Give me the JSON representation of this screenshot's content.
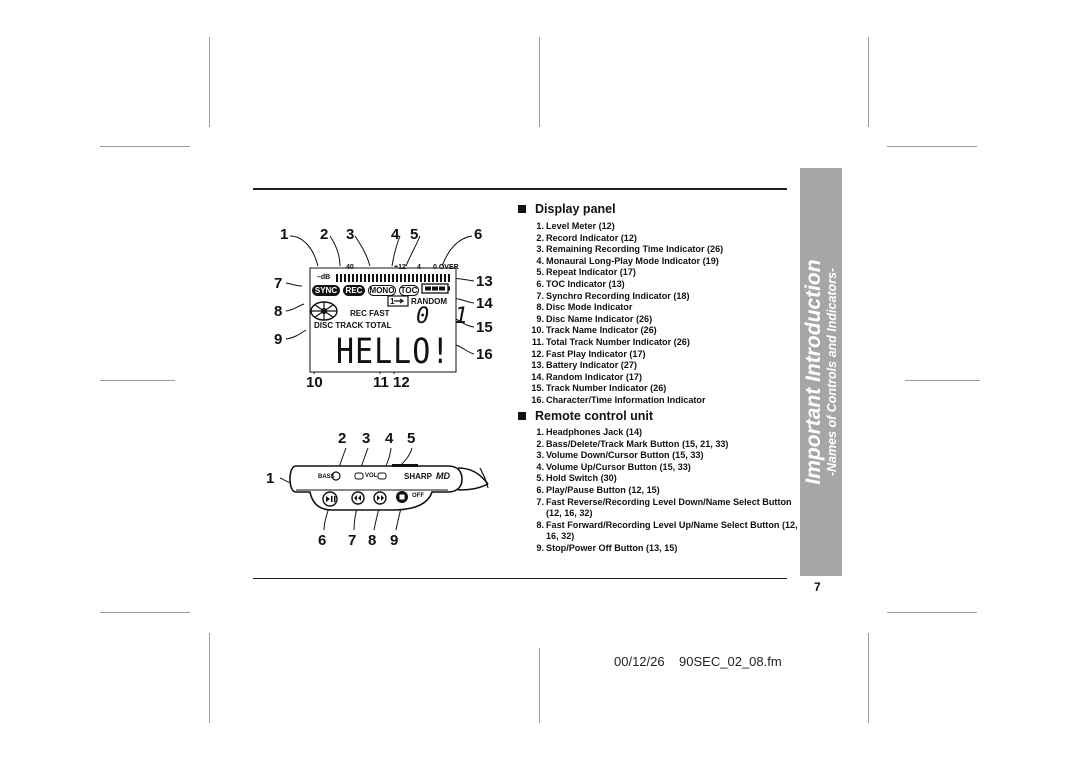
{
  "display_panel": {
    "heading": "Display panel",
    "items": [
      {
        "num": "1.",
        "text": "Level Meter (12)"
      },
      {
        "num": "2.",
        "text": "Record Indicator (12)"
      },
      {
        "num": "3.",
        "text": "Remaining Recording Time Indicator (26)"
      },
      {
        "num": "4.",
        "text": "Monaural Long-Play Mode Indicator (19)"
      },
      {
        "num": "5.",
        "text": "Repeat Indicator (17)"
      },
      {
        "num": "6.",
        "text": "TOC Indicator (13)"
      },
      {
        "num": "7.",
        "text": "Synchro Recording Indicator (18)"
      },
      {
        "num": "8.",
        "text": "Disc Mode Indicator"
      },
      {
        "num": "9.",
        "text": "Disc Name Indicator (26)"
      },
      {
        "num": "10.",
        "text": "Track Name Indicator (26)"
      },
      {
        "num": "11.",
        "text": "Total Track Number Indicator (26)"
      },
      {
        "num": "12.",
        "text": "Fast Play Indicator (17)"
      },
      {
        "num": "13.",
        "text": "Battery Indicator (27)"
      },
      {
        "num": "14.",
        "text": "Random Indicator (17)"
      },
      {
        "num": "15.",
        "text": "Track Number Indicator (26)"
      },
      {
        "num": "16.",
        "text": "Character/Time Information Indicator"
      }
    ]
  },
  "remote_control": {
    "heading": "Remote control unit",
    "items": [
      {
        "num": "1.",
        "text": "Headphones Jack (14)"
      },
      {
        "num": "2.",
        "text": "Bass/Delete/Track Mark Button (15, 21, 33)"
      },
      {
        "num": "3.",
        "text": "Volume Down/Cursor Button (15, 33)"
      },
      {
        "num": "4.",
        "text": "Volume Up/Cursor Button (15, 33)"
      },
      {
        "num": "5.",
        "text": "Hold Switch (30)"
      },
      {
        "num": "6.",
        "text": "Play/Pause Button (12, 15)"
      },
      {
        "num": "7.",
        "text": "Fast Reverse/Recording Level Down/Name Select Button (12, 16, 32)"
      },
      {
        "num": "8.",
        "text": "Fast Forward/Recording Level Up/Name Select Button (12, 16, 32)"
      },
      {
        "num": "9.",
        "text": "Stop/Power Off Button (13, 15)"
      }
    ]
  },
  "lcd": {
    "callouts_top": [
      "1",
      "2",
      "3",
      "4",
      "5",
      "6"
    ],
    "callouts_left": [
      "7",
      "8",
      "9"
    ],
    "callouts_right": [
      "13",
      "14",
      "15",
      "16"
    ],
    "callouts_bottom": [
      "10",
      "11 12"
    ],
    "meter_top": "40",
    "meter_mid": "+12",
    "meter_four": "4",
    "meter_over": "0 OVER",
    "db_label": "–dB",
    "sync": "SYNC",
    "rec": "REC",
    "mono": "MONO",
    "toc": "TOC",
    "repeat": "1",
    "random": "RANDOM",
    "rec_fast": "REC FAST",
    "disc_track_total": "DISC TRACK TOTAL",
    "track_number": "0 1",
    "message": "HELLO!"
  },
  "remote": {
    "callouts_top": [
      "2",
      "3",
      "4",
      "5"
    ],
    "callout_left": "1",
    "callouts_bottom": [
      "6",
      "7",
      "8",
      "9"
    ],
    "bass": "BASS",
    "vol": "VOL",
    "brand": "SHARP",
    "logo": "MD",
    "off": "OFF"
  },
  "side_tab": {
    "title": "Important Introduction",
    "subtitle": "-Names of Controls and Indicators-"
  },
  "page_number": "7",
  "footer": "00/12/26    90SEC_02_08.fm"
}
